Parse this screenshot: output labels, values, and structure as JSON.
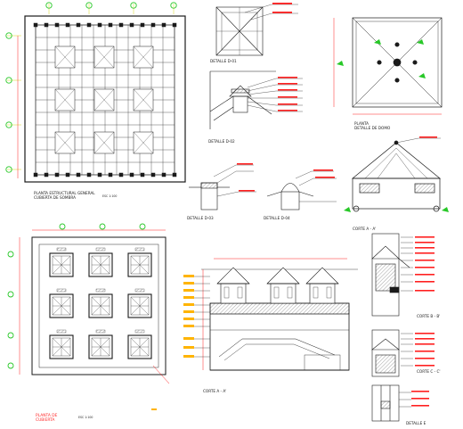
{
  "colors": {
    "background": "#ffffff",
    "linework": "#1a1a1a",
    "grid_marker": "#28c828",
    "axis_line": "#d8d81e",
    "annotation_fill": "#ffb400",
    "annotation_red": "#ff2020",
    "section_cut": "#e01010"
  },
  "labels": {
    "plan_struct_title_1": "PLANTA ESTRUCTURAL GENERAL",
    "plan_struct_title_2": "CUBIERTA DE SOMBRA",
    "detail_d01": "DETALLE D-01",
    "detail_d02": "DETALLE D-02",
    "detail_d03": "DETALLE D-03",
    "detail_d04": "DETALLE D-04",
    "plan_domo_title_1": "PLANTA",
    "plan_domo_title_2": "DETALLE DE DOMO",
    "section_aa": "CORTE A - A'",
    "section_bb": "CORTE B - B'",
    "section_cc": "CORTE C - C'",
    "section_aa_big": "CORTE A - A'",
    "detail_e": "DETALLE E",
    "roof_plan_title_1": "PLANTA DE",
    "roof_plan_title_2": "CUBIERTA",
    "scale_note": "ESC 1:100"
  }
}
